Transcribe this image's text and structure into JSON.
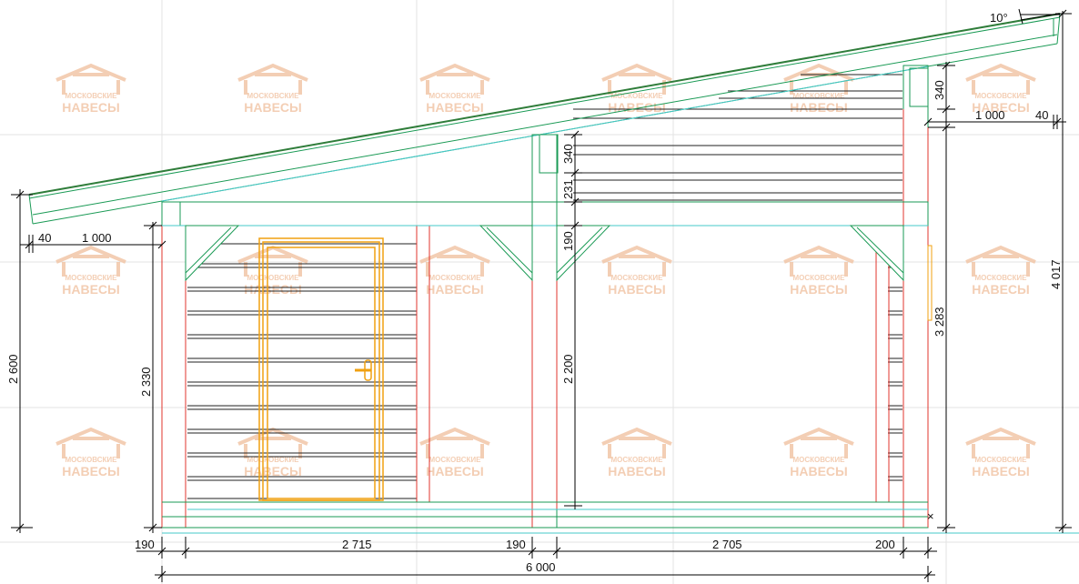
{
  "drawing": {
    "watermark": {
      "line1": "МОСКОВСКИЕ",
      "line2": "НАВЕСЫ"
    },
    "colors": {
      "structure": "#1a9a55",
      "roof_top": "#2f7d3a",
      "wall_edge": "#e0342d",
      "door": "#f0a010",
      "dimension": "#000000",
      "grid": "#e3e3e3",
      "guide": "#46c8c8",
      "watermark": "#f2c6a8"
    },
    "dimensions": {
      "roof_angle": "10°",
      "eave_left_offset": "40",
      "eave_left_overhang": "1 000",
      "eave_right_overhang": "1 000",
      "eave_right_offset": "40",
      "right_top_340": "340",
      "mid_340": "340",
      "mid_231": "231",
      "mid_190": "190",
      "mid_2200": "2 200",
      "left_2330": "2 330",
      "left_2600": "2 600",
      "right_3283": "3 283",
      "right_4017": "4 017",
      "bottom_190_left": "190",
      "bottom_2715": "2 715",
      "bottom_190_mid": "190",
      "bottom_2705": "2 705",
      "bottom_200": "200",
      "total_6000": "6 000"
    }
  }
}
